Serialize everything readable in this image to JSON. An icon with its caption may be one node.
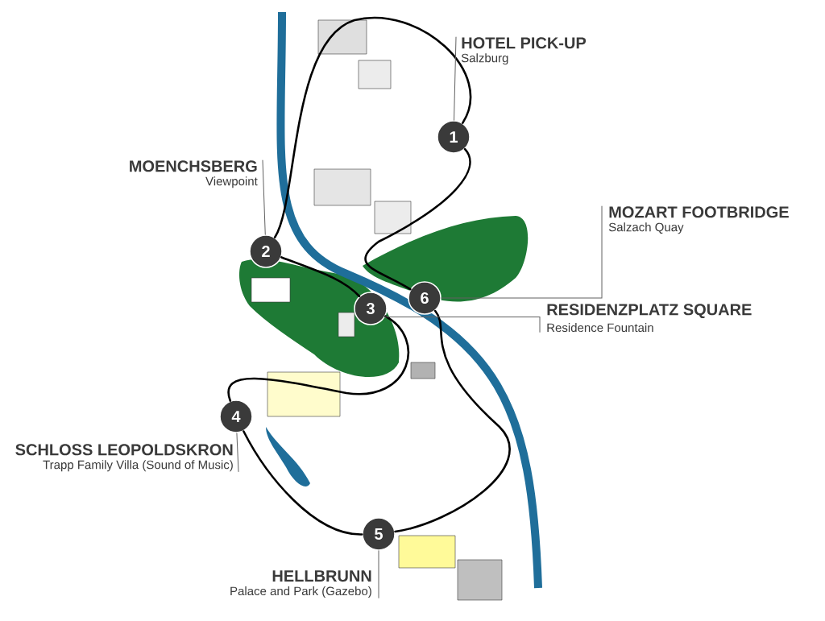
{
  "diagram": {
    "nodes": [
      {
        "text": [
          "1"
        ]
      },
      {
        "text": [
          "2"
        ]
      },
      {
        "text": [
          "3"
        ]
      },
      {
        "text": [
          "4"
        ]
      },
      {
        "text": [
          "5"
        ]
      },
      {
        "text": [
          "6"
        ]
      },
      {
        "text": [
          "HOTEL PICK-UP",
          "Salzburg"
        ]
      },
      {
        "text": [
          "MOENCHSBERG",
          "Viewpoint"
        ]
      },
      {
        "text": [
          "MOZART FOOTBRIDGE",
          "Salzach Quay"
        ]
      },
      {
        "text": [
          "RESIDENZPLATZ SQUARE",
          "Residence Fountain"
        ]
      },
      {
        "text": [
          "SCHLOSS LEOPOLDSKRON",
          "Trapp Family Villa (Sound of Music)"
        ]
      },
      {
        "text": [
          "HELLBRUNN",
          "Palace and Park (Gazebo)"
        ]
      }
    ],
    "edges": [
      {
        "from": 0,
        "to": 1,
        "arrow": "none",
        "style": "thick"
      },
      {
        "from": 1,
        "to": 2,
        "arrow": "none",
        "style": "thick"
      },
      {
        "from": 2,
        "to": 3,
        "arrow": "none",
        "style": "thick"
      },
      {
        "from": 3,
        "to": 4,
        "arrow": "none",
        "style": "thick"
      },
      {
        "from": 4,
        "to": 5,
        "arrow": "none",
        "style": "thick"
      },
      {
        "from": 5,
        "to": 0,
        "arrow": "none",
        "style": "thick"
      },
      {
        "from": 6,
        "to": 0,
        "arrow": "none",
        "color": "#616161"
      },
      {
        "from": 7,
        "to": 1,
        "arrow": "none",
        "color": "#616161"
      },
      {
        "from": 8,
        "to": 5,
        "arrow": "none",
        "color": "#616161"
      },
      {
        "from": 9,
        "to": 2,
        "arrow": "none",
        "color": "#616161"
      },
      {
        "from": 10,
        "to": 3,
        "arrow": "none",
        "color": "#616161"
      },
      {
        "from": 11,
        "to": 4,
        "arrow": "none",
        "color": "#616161"
      }
    ]
  }
}
